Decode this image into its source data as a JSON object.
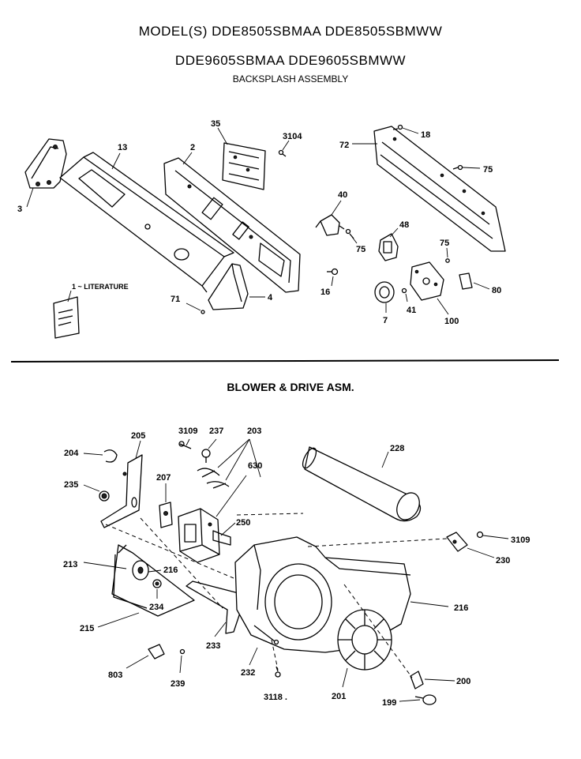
{
  "header": {
    "models_line1": "MODEL(S)  DDE8505SBMAA  DDE8505SBMWW",
    "models_line2": "DDE9605SBMAA  DDE9605SBMWW",
    "assembly1": "BACKSPLASH ASSEMBLY",
    "assembly2": "BLOWER & DRIVE ASM."
  },
  "callouts": {
    "c3": "3",
    "c13": "13",
    "c2": "2",
    "c35": "35",
    "c3104": "3104",
    "c72": "72",
    "c18": "18",
    "c75a": "75",
    "c40": "40",
    "c75b": "75",
    "c48": "48",
    "c75c": "75",
    "c80": "80",
    "c16": "16",
    "c7": "7",
    "c41": "41",
    "c100": "100",
    "c1": "1 ~ LITERATURE",
    "c71": "71",
    "c4": "4",
    "c204": "204",
    "c205": "205",
    "c3109a": "3109",
    "c237": "237",
    "c203": "203",
    "c228": "228",
    "c235": "235",
    "c207": "207",
    "c630": "630",
    "c250": "250",
    "c3109b": "3109",
    "c230": "230",
    "c213": "213",
    "c216a": "216",
    "c234": "234",
    "c216b": "216",
    "c215": "215",
    "c233": "233",
    "c232": "232",
    "c803": "803",
    "c239": "239",
    "c3118": "3118 .",
    "c201": "201",
    "c200": "200",
    "c199": "199"
  }
}
